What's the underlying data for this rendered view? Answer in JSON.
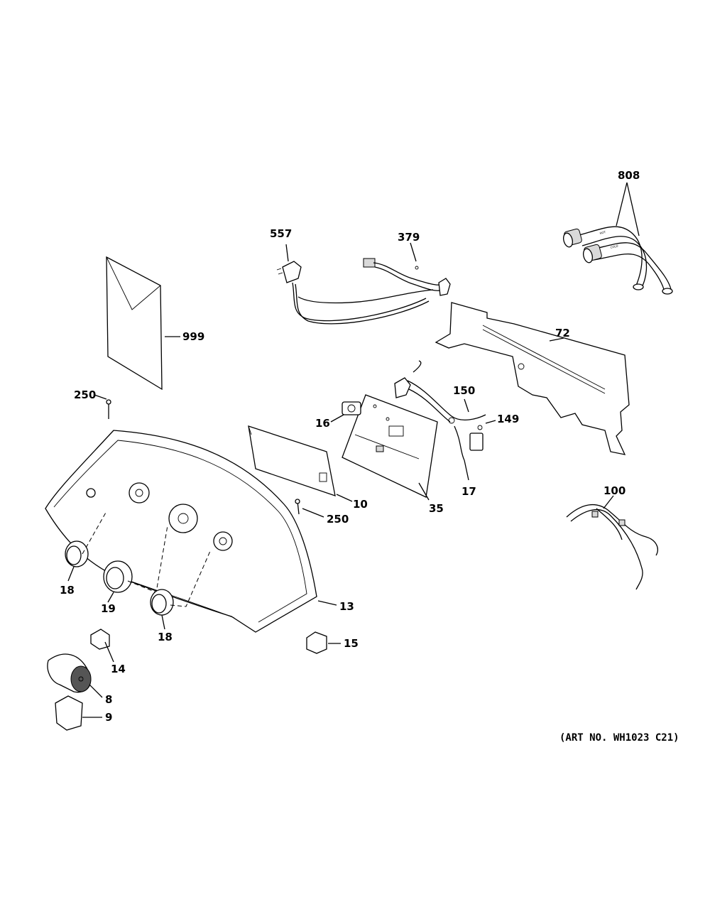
{
  "labels": {
    "l808": "808",
    "l557": "557",
    "l379": "379",
    "l999": "999",
    "l72": "72",
    "l250a": "250",
    "l150": "150",
    "l16": "16",
    "l149": "149",
    "l10": "10",
    "l35": "35",
    "l17": "17",
    "l100": "100",
    "l250b": "250",
    "l18a": "18",
    "l19": "19",
    "l13": "13",
    "l18b": "18",
    "l15": "15",
    "l14": "14",
    "l8": "8",
    "l9": "9"
  },
  "art_number": "(ART NO. WH1023 C21)",
  "hose_labels": {
    "hot": "HOT",
    "cold": "COLD"
  }
}
